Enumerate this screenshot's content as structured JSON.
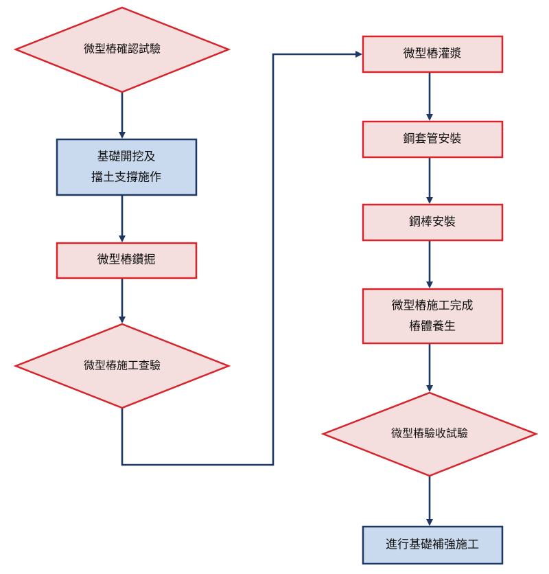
{
  "colors": {
    "pink_fill": "#f5dede",
    "pink_stroke": "#d8232a",
    "blue_fill": "#c9d9ee",
    "blue_stroke": "#1f3763",
    "arrow": "#1f3763"
  },
  "flowchart": {
    "nodes": [
      {
        "id": "n1",
        "shape": "diamond",
        "style": "pink",
        "lines": [
          "微型樁確認試驗"
        ]
      },
      {
        "id": "n2",
        "shape": "rect",
        "style": "blue",
        "lines": [
          "基礎開挖及",
          "擋土支撐施作"
        ]
      },
      {
        "id": "n3",
        "shape": "rect",
        "style": "pink",
        "lines": [
          "微型樁鑽掘"
        ]
      },
      {
        "id": "n4",
        "shape": "diamond",
        "style": "pink",
        "lines": [
          "微型樁施工查驗"
        ]
      },
      {
        "id": "n5",
        "shape": "rect",
        "style": "pink",
        "lines": [
          "微型樁灌漿"
        ]
      },
      {
        "id": "n6",
        "shape": "rect",
        "style": "pink",
        "lines": [
          "鋼套管安裝"
        ]
      },
      {
        "id": "n7",
        "shape": "rect",
        "style": "pink",
        "lines": [
          "鋼棒安裝"
        ]
      },
      {
        "id": "n8",
        "shape": "rect",
        "style": "pink",
        "lines": [
          "微型樁施工完成",
          "樁體養生"
        ]
      },
      {
        "id": "n9",
        "shape": "diamond",
        "style": "pink",
        "lines": [
          "微型樁驗收試驗"
        ]
      },
      {
        "id": "n10",
        "shape": "rect",
        "style": "blue",
        "lines": [
          "進行基礎補強施工"
        ]
      }
    ]
  }
}
